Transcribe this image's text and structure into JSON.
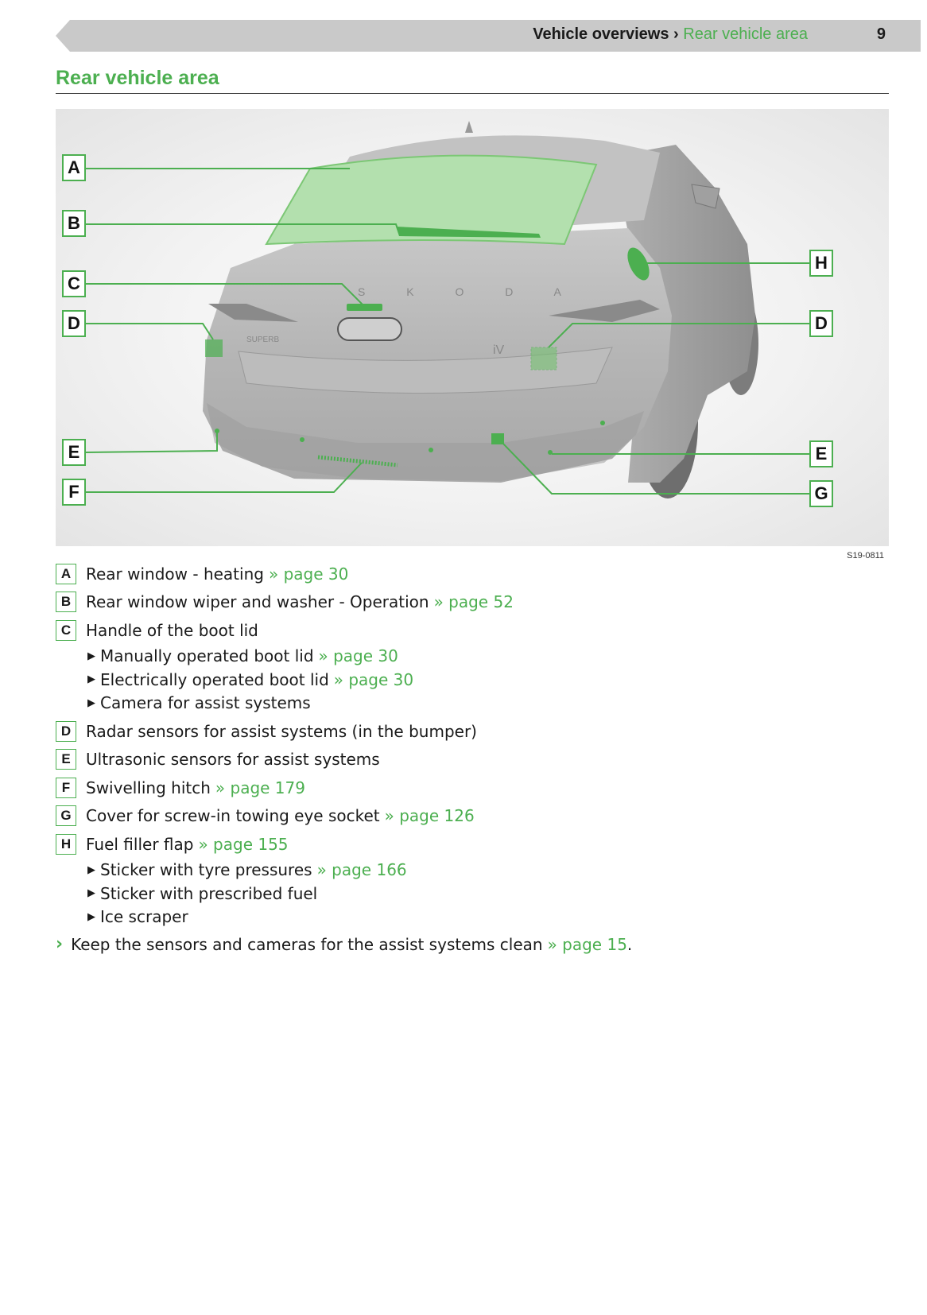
{
  "header": {
    "section": "Vehicle overviews",
    "separator": "›",
    "current": "Rear vehicle area",
    "page_number": "9"
  },
  "title": "Rear vehicle area",
  "figure": {
    "id": "S19-0811",
    "rear_lettering": "S K O D A",
    "model_badge": "SUPERB",
    "iv_badge": "iV",
    "callouts": [
      "A",
      "B",
      "C",
      "D",
      "E",
      "F",
      "H",
      "D",
      "E",
      "G"
    ],
    "highlight_color": "#4caf50"
  },
  "legend": [
    {
      "letter": "A",
      "text": "Rear window - heating",
      "ref": "» page 30",
      "subitems": []
    },
    {
      "letter": "B",
      "text": "Rear window wiper and washer - Operation",
      "ref": "» page 52",
      "subitems": []
    },
    {
      "letter": "C",
      "text": "Handle of the boot lid",
      "ref": "",
      "subitems": [
        {
          "text": "Manually operated boot lid",
          "ref": "» page 30"
        },
        {
          "text": "Electrically operated boot lid",
          "ref": "» page 30"
        },
        {
          "text": "Camera for assist systems",
          "ref": ""
        }
      ]
    },
    {
      "letter": "D",
      "text": "Radar sensors for assist systems (in the bumper)",
      "ref": "",
      "subitems": []
    },
    {
      "letter": "E",
      "text": "Ultrasonic sensors for assist systems",
      "ref": "",
      "subitems": []
    },
    {
      "letter": "F",
      "text": "Swivelling hitch",
      "ref": "» page 179",
      "subitems": []
    },
    {
      "letter": "G",
      "text": "Cover for screw-in towing eye socket",
      "ref": "» page 126",
      "subitems": []
    },
    {
      "letter": "H",
      "text": "Fuel filler flap",
      "ref": "» page 155",
      "subitems": [
        {
          "text": "Sticker with tyre pressures",
          "ref": "» page 166"
        },
        {
          "text": "Sticker with prescribed fuel",
          "ref": ""
        },
        {
          "text": "Ice scraper",
          "ref": ""
        }
      ]
    }
  ],
  "note": {
    "arrow": "›",
    "text": "Keep the sensors and cameras for the assist systems clean",
    "ref": "» page 15",
    "end": "."
  }
}
